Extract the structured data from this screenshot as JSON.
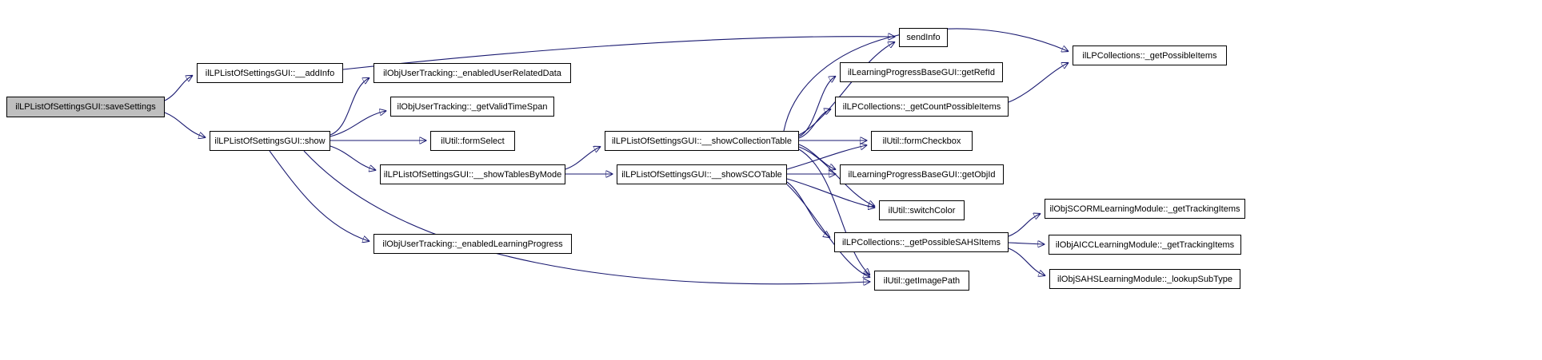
{
  "diagram": {
    "type": "call-graph",
    "background_color": "#ffffff",
    "node_border_color": "#000000",
    "node_fill_color": "#ffffff",
    "highlight_fill_color": "#bfbfbf",
    "edge_color": "#191970",
    "nodes": [
      {
        "id": "saveSettings",
        "label": "ilLPListOfSettingsGUI::saveSettings",
        "highlighted": true
      },
      {
        "id": "addInfo",
        "label": "ilLPListOfSettingsGUI::__addInfo",
        "highlighted": false
      },
      {
        "id": "show",
        "label": "ilLPListOfSettingsGUI::show",
        "highlighted": false
      },
      {
        "id": "enabledUserRelatedData",
        "label": "ilObjUserTracking::_enabledUserRelatedData",
        "highlighted": false
      },
      {
        "id": "getValidTimeSpan",
        "label": "ilObjUserTracking::_getValidTimeSpan",
        "highlighted": false
      },
      {
        "id": "formSelect",
        "label": "ilUtil::formSelect",
        "highlighted": false
      },
      {
        "id": "showTablesByMode",
        "label": "ilLPListOfSettingsGUI::__showTablesByMode",
        "highlighted": false
      },
      {
        "id": "enabledLearningProgress",
        "label": "ilObjUserTracking::_enabledLearningProgress",
        "highlighted": false
      },
      {
        "id": "showCollectionTable",
        "label": "ilLPListOfSettingsGUI::__showCollectionTable",
        "highlighted": false
      },
      {
        "id": "showSCOTable",
        "label": "ilLPListOfSettingsGUI::__showSCOTable",
        "highlighted": false
      },
      {
        "id": "sendInfo",
        "label": "sendInfo",
        "highlighted": false
      },
      {
        "id": "getRefId",
        "label": "ilLearningProgressBaseGUI::getRefId",
        "highlighted": false
      },
      {
        "id": "getCountPossibleItems",
        "label": "ilLPCollections::_getCountPossibleItems",
        "highlighted": false
      },
      {
        "id": "formCheckbox",
        "label": "ilUtil::formCheckbox",
        "highlighted": false
      },
      {
        "id": "getObjId",
        "label": "ilLearningProgressBaseGUI::getObjId",
        "highlighted": false
      },
      {
        "id": "switchColor",
        "label": "ilUtil::switchColor",
        "highlighted": false
      },
      {
        "id": "getPossibleSAHSItems",
        "label": "ilLPCollections::_getPossibleSAHSItems",
        "highlighted": false
      },
      {
        "id": "getImagePath",
        "label": "ilUtil::getImagePath",
        "highlighted": false
      },
      {
        "id": "getPossibleItems",
        "label": "ilLPCollections::_getPossibleItems",
        "highlighted": false
      },
      {
        "id": "scormGetTrackingItems",
        "label": "ilObjSCORMLearningModule::_getTrackingItems",
        "highlighted": false
      },
      {
        "id": "aiccGetTrackingItems",
        "label": "ilObjAICCLearningModule::_getTrackingItems",
        "highlighted": false
      },
      {
        "id": "sahsLookupSubType",
        "label": "ilObjSAHSLearningModule::_lookupSubType",
        "highlighted": false
      }
    ],
    "edges": [
      {
        "from": "saveSettings",
        "to": "addInfo"
      },
      {
        "from": "saveSettings",
        "to": "show"
      },
      {
        "from": "addInfo",
        "to": "sendInfo"
      },
      {
        "from": "show",
        "to": "enabledUserRelatedData"
      },
      {
        "from": "show",
        "to": "getValidTimeSpan"
      },
      {
        "from": "show",
        "to": "formSelect"
      },
      {
        "from": "show",
        "to": "showTablesByMode"
      },
      {
        "from": "show",
        "to": "enabledLearningProgress"
      },
      {
        "from": "show",
        "to": "getImagePath"
      },
      {
        "from": "showTablesByMode",
        "to": "showCollectionTable"
      },
      {
        "from": "showTablesByMode",
        "to": "showSCOTable"
      },
      {
        "from": "showCollectionTable",
        "to": "sendInfo"
      },
      {
        "from": "showCollectionTable",
        "to": "getRefId"
      },
      {
        "from": "showCollectionTable",
        "to": "getCountPossibleItems"
      },
      {
        "from": "showCollectionTable",
        "to": "formCheckbox"
      },
      {
        "from": "showCollectionTable",
        "to": "getObjId"
      },
      {
        "from": "showCollectionTable",
        "to": "switchColor"
      },
      {
        "from": "showCollectionTable",
        "to": "getImagePath"
      },
      {
        "from": "showCollectionTable",
        "to": "getPossibleItems"
      },
      {
        "from": "showSCOTable",
        "to": "formCheckbox"
      },
      {
        "from": "showSCOTable",
        "to": "getObjId"
      },
      {
        "from": "showSCOTable",
        "to": "switchColor"
      },
      {
        "from": "showSCOTable",
        "to": "getPossibleSAHSItems"
      },
      {
        "from": "showSCOTable",
        "to": "getImagePath"
      },
      {
        "from": "getCountPossibleItems",
        "to": "getPossibleItems"
      },
      {
        "from": "getPossibleSAHSItems",
        "to": "scormGetTrackingItems"
      },
      {
        "from": "getPossibleSAHSItems",
        "to": "aiccGetTrackingItems"
      },
      {
        "from": "getPossibleSAHSItems",
        "to": "sahsLookupSubType"
      }
    ]
  }
}
